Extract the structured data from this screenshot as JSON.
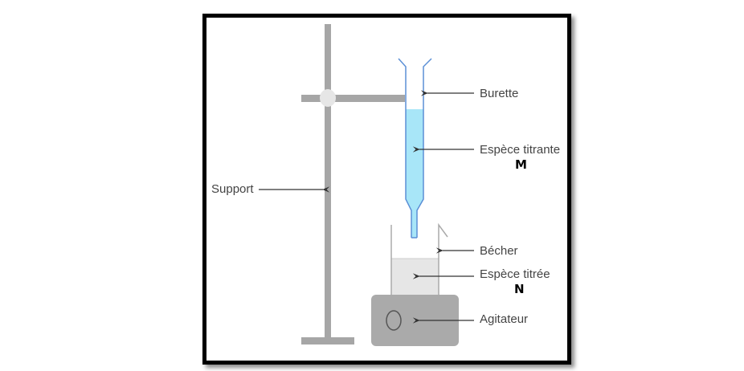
{
  "diagram": {
    "title": "Titration setup",
    "labels": {
      "support": "Support",
      "burette": "Burette",
      "titrant": "Espèce titrante",
      "titrant_letter": "M",
      "becher": "Bécher",
      "titrated": "Espèce titrée",
      "titrated_letter": "N",
      "agitateur": "Agitateur"
    },
    "colors": {
      "stand": "#a6a6a6",
      "clamp": "#e6e6e6",
      "burette_outline": "#5b8fd6",
      "titrant_liquid": "#a8e6f8",
      "beaker_outline": "#aaaaaa",
      "titrated_liquid": "#e6e6e6",
      "stirrer": "#aaaaaa",
      "arrow": "#333333"
    }
  }
}
